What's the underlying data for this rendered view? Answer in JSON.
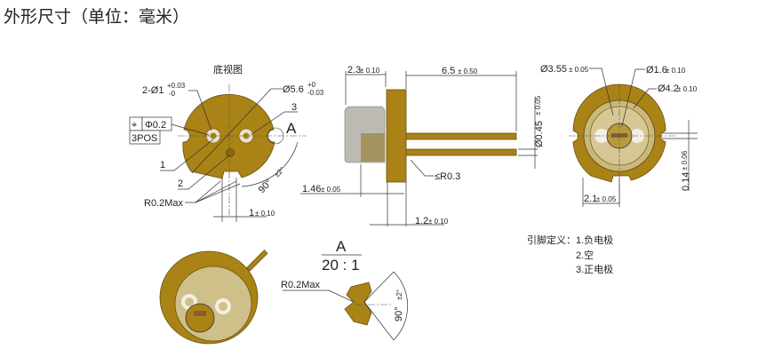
{
  "title": "外形尺寸（单位：毫米）",
  "bottom_view": {
    "label": "底视图",
    "hole_dia": "2-Ø1",
    "hole_tol_plus": "+0.03",
    "hole_tol_minus": "-0",
    "outer_dia": "Ø5.6",
    "outer_tol_plus": "+0",
    "outer_tol_minus": "-0.03",
    "position_tol": "Φ0.2",
    "position_count": "3POS",
    "pin1": "1",
    "pin2": "2",
    "pin3": "3",
    "detail_marker": "A",
    "notch_radius": "R0.2Max",
    "angle": "90°",
    "angle_tol": "±2°",
    "notch_width": "1",
    "notch_width_tol": "± 0.10"
  },
  "side_view": {
    "cap_length": "2.3",
    "cap_length_tol": "± 0.10",
    "pin_length": "6.5",
    "pin_length_tol": "± 0.50",
    "pin_dia": "Ø0.45",
    "pin_dia_tol": "± 0.05",
    "fillet": "≤R0.3",
    "chip_pos": "1.46",
    "chip_pos_tol": "± 0.05",
    "flange_thickness": "1.2",
    "flange_thickness_tol": "± 0.10"
  },
  "front_view": {
    "window_dia": "Ø3.55",
    "window_dia_tol": "± 0.05",
    "inner_dia": "Ø1.6",
    "inner_dia_tol": "± 0.10",
    "cap_dia": "Ø4.2",
    "cap_dia_tol": "± 0.10",
    "offset": "0.14",
    "offset_tol": "± 0.06",
    "notch_span": "2.1",
    "notch_span_tol": "± 0.05"
  },
  "pin_definition": {
    "label": "引脚定义：",
    "items": [
      "1.负电极",
      "2.空",
      "3.正电极"
    ]
  },
  "detail_a": {
    "name": "A",
    "scale": "20 : 1",
    "radius": "R0.2Max",
    "angle": "90°",
    "angle_tol": "±2°"
  }
}
